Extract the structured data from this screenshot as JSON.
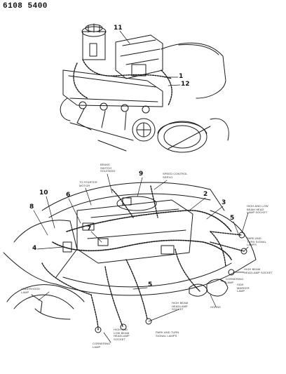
{
  "page_id": "6108 5400",
  "top_view": {
    "callouts": [
      "11",
      "1",
      "12"
    ]
  },
  "bottom_view": {
    "callouts": [
      "9",
      "2",
      "3",
      "10",
      "6",
      "8",
      "7",
      "4",
      "5a",
      "5b"
    ],
    "callout_text": {
      "5a": "5",
      "5b": "5"
    },
    "labels": {
      "brake_switch": "BRAKE\nSWITCH\nSOLENOID",
      "starter_motor": "TO STARTER\nMOTOR",
      "speed_control": "SPEED CONTROL\nSERVO",
      "hi_lo_beam": "HIGH AND LOW\nBEAM HEAD\nLAMP SOCKET",
      "park_turn": "PARK AND\nTURN SIGNAL\nLAMPS",
      "high_beam_socket": "HIGH BEAM\nHEADLAMP SOCKET",
      "cornering": "CORNERING\nLAMP",
      "side_marker": "SIDE\nMARKER\nLAMP",
      "horns": "HORNS",
      "underhood": "UNDERHOOD\nLAMP",
      "high_beam_bottom": "HIGH BEAM\nHEADLAMP\nSOCKET",
      "high_low_bottom": "HIGH AND\nLOW BEAM\nHEADLAMP\nSOCKET",
      "park_turn_bottom": "PARK AND TURN\nSIGNAL LAMPS",
      "cornering_bottom": "CORNERING\nLAMP"
    }
  }
}
